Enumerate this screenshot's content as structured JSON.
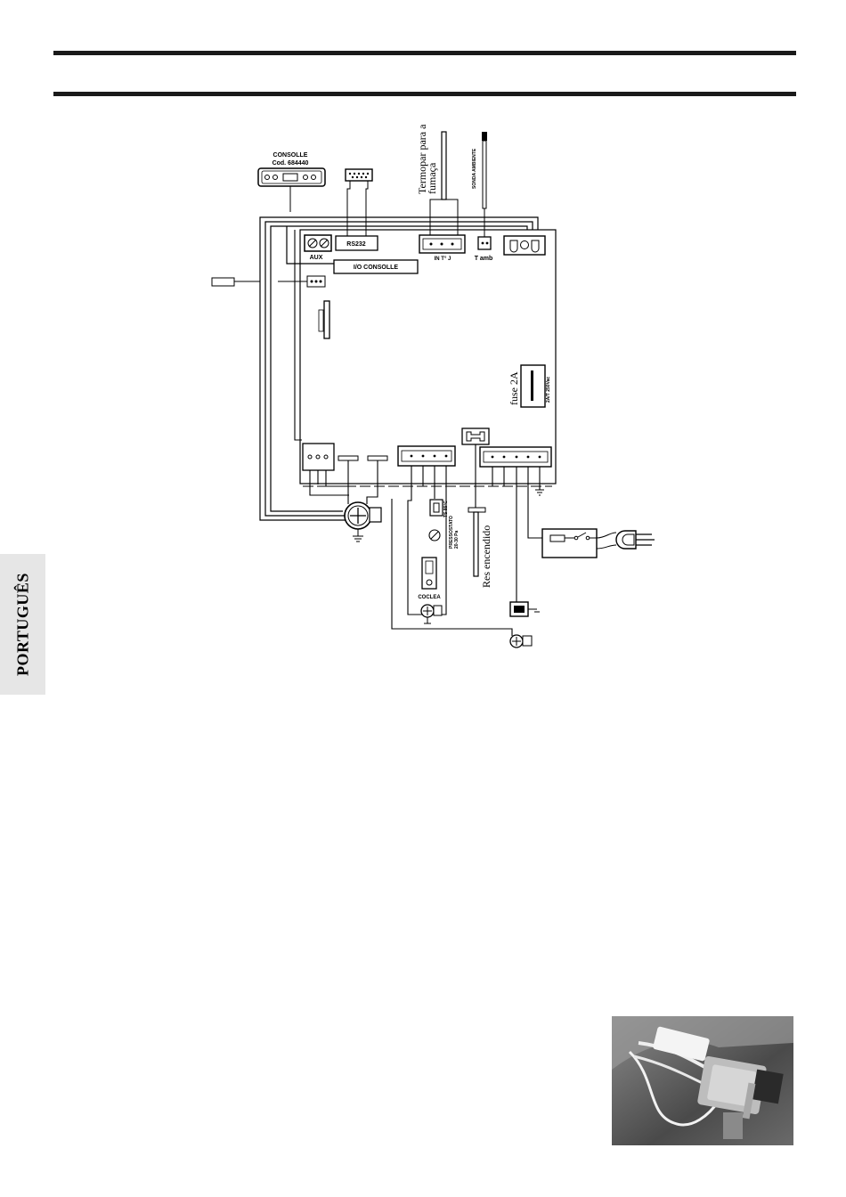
{
  "page": {
    "language_tab": "PORTUGUÊS"
  },
  "diagram": {
    "consolle": {
      "title": "CONSOLLE",
      "code": "Cod. 684440"
    },
    "connectors": {
      "rs232": "RS232",
      "aux": "AUX",
      "io_consolle": "I/O CONSOLLE",
      "in_tc": "IN T° J",
      "t_amb": "T amb"
    },
    "thermocouple_label_line1": "Termopar para a",
    "thermocouple_label_line2": "fumaça",
    "room_probe_label": "SONDA AMBIENTE",
    "fuse": {
      "label": "fuse 2A",
      "rating": "2A/T 250Vac"
    },
    "igniter_label": "Res encendido",
    "pressostato": {
      "line1": "PRESSOSTATO",
      "line2": "20-30 Pa"
    },
    "thermostat_label": "TS 85°C",
    "coclea_label": "COCLEA"
  },
  "photo": {
    "description_icon": "safety-thermostat-photo"
  }
}
